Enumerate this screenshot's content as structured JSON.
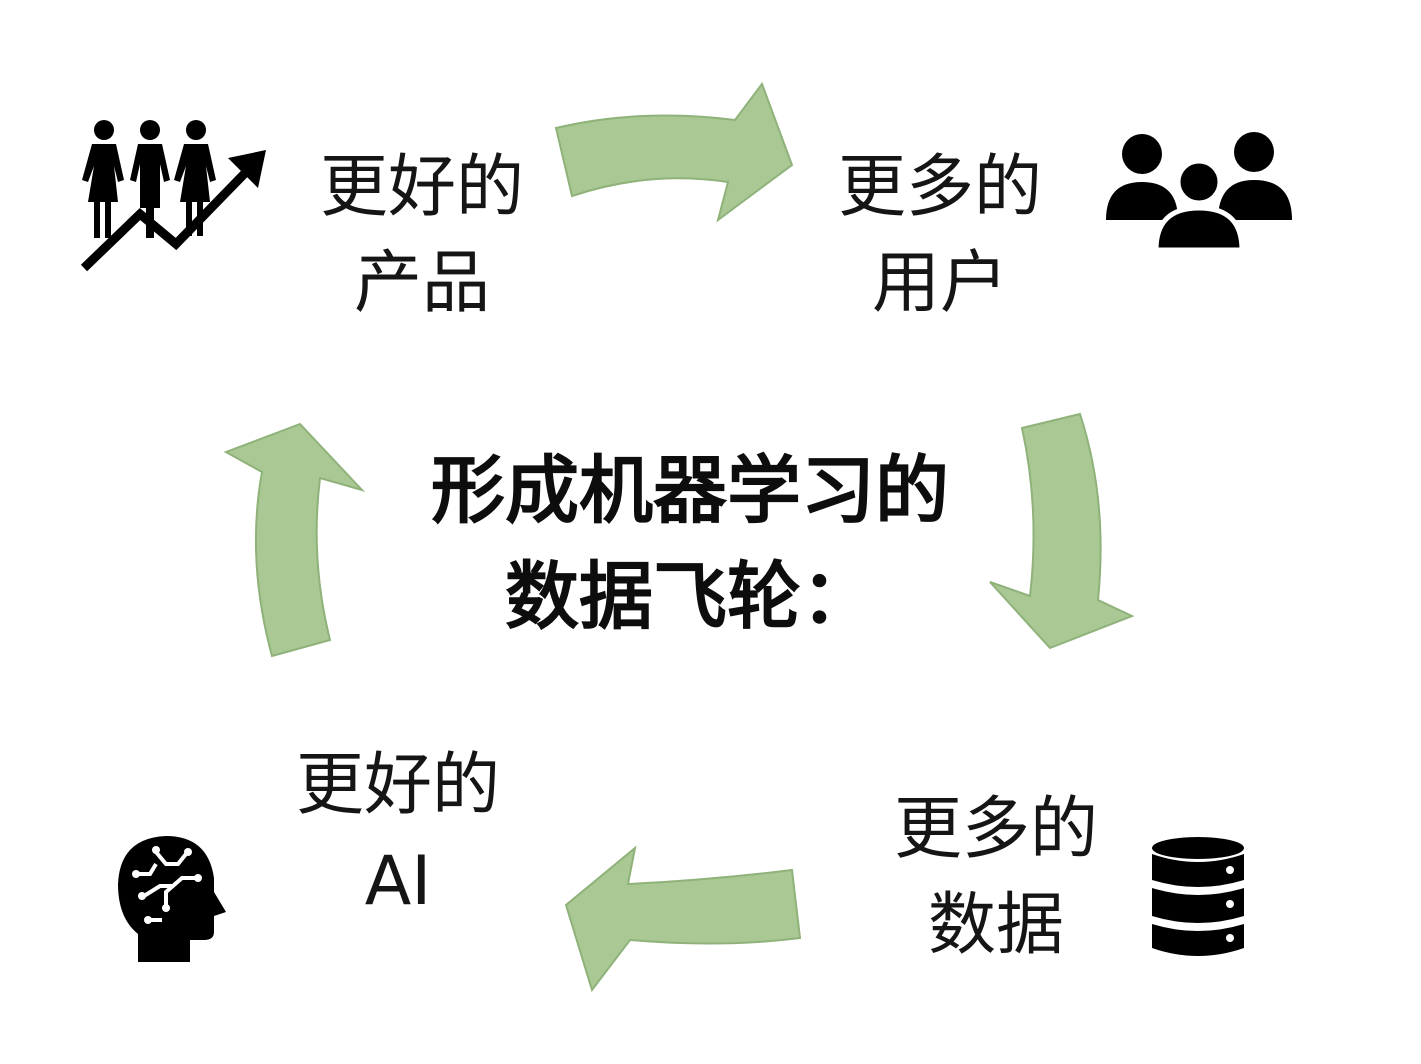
{
  "center_title": {
    "line1": "形成机器学习的",
    "line2": "数据飞轮："
  },
  "nodes": {
    "better_product": {
      "line1": "更好的",
      "line2": "产品",
      "icon": "growth-people-icon"
    },
    "more_users": {
      "line1": "更多的",
      "line2": "用户",
      "icon": "user-group-icon"
    },
    "more_data": {
      "line1": "更多的",
      "line2": "数据",
      "icon": "database-icon"
    },
    "better_ai": {
      "line1": "更好的",
      "line2": "AI",
      "icon": "ai-brain-head-icon"
    }
  },
  "colors": {
    "arrow_fill": "#a9c894",
    "arrow_stroke": "#8fb27a",
    "icon": "#000000",
    "text": "#151515"
  }
}
